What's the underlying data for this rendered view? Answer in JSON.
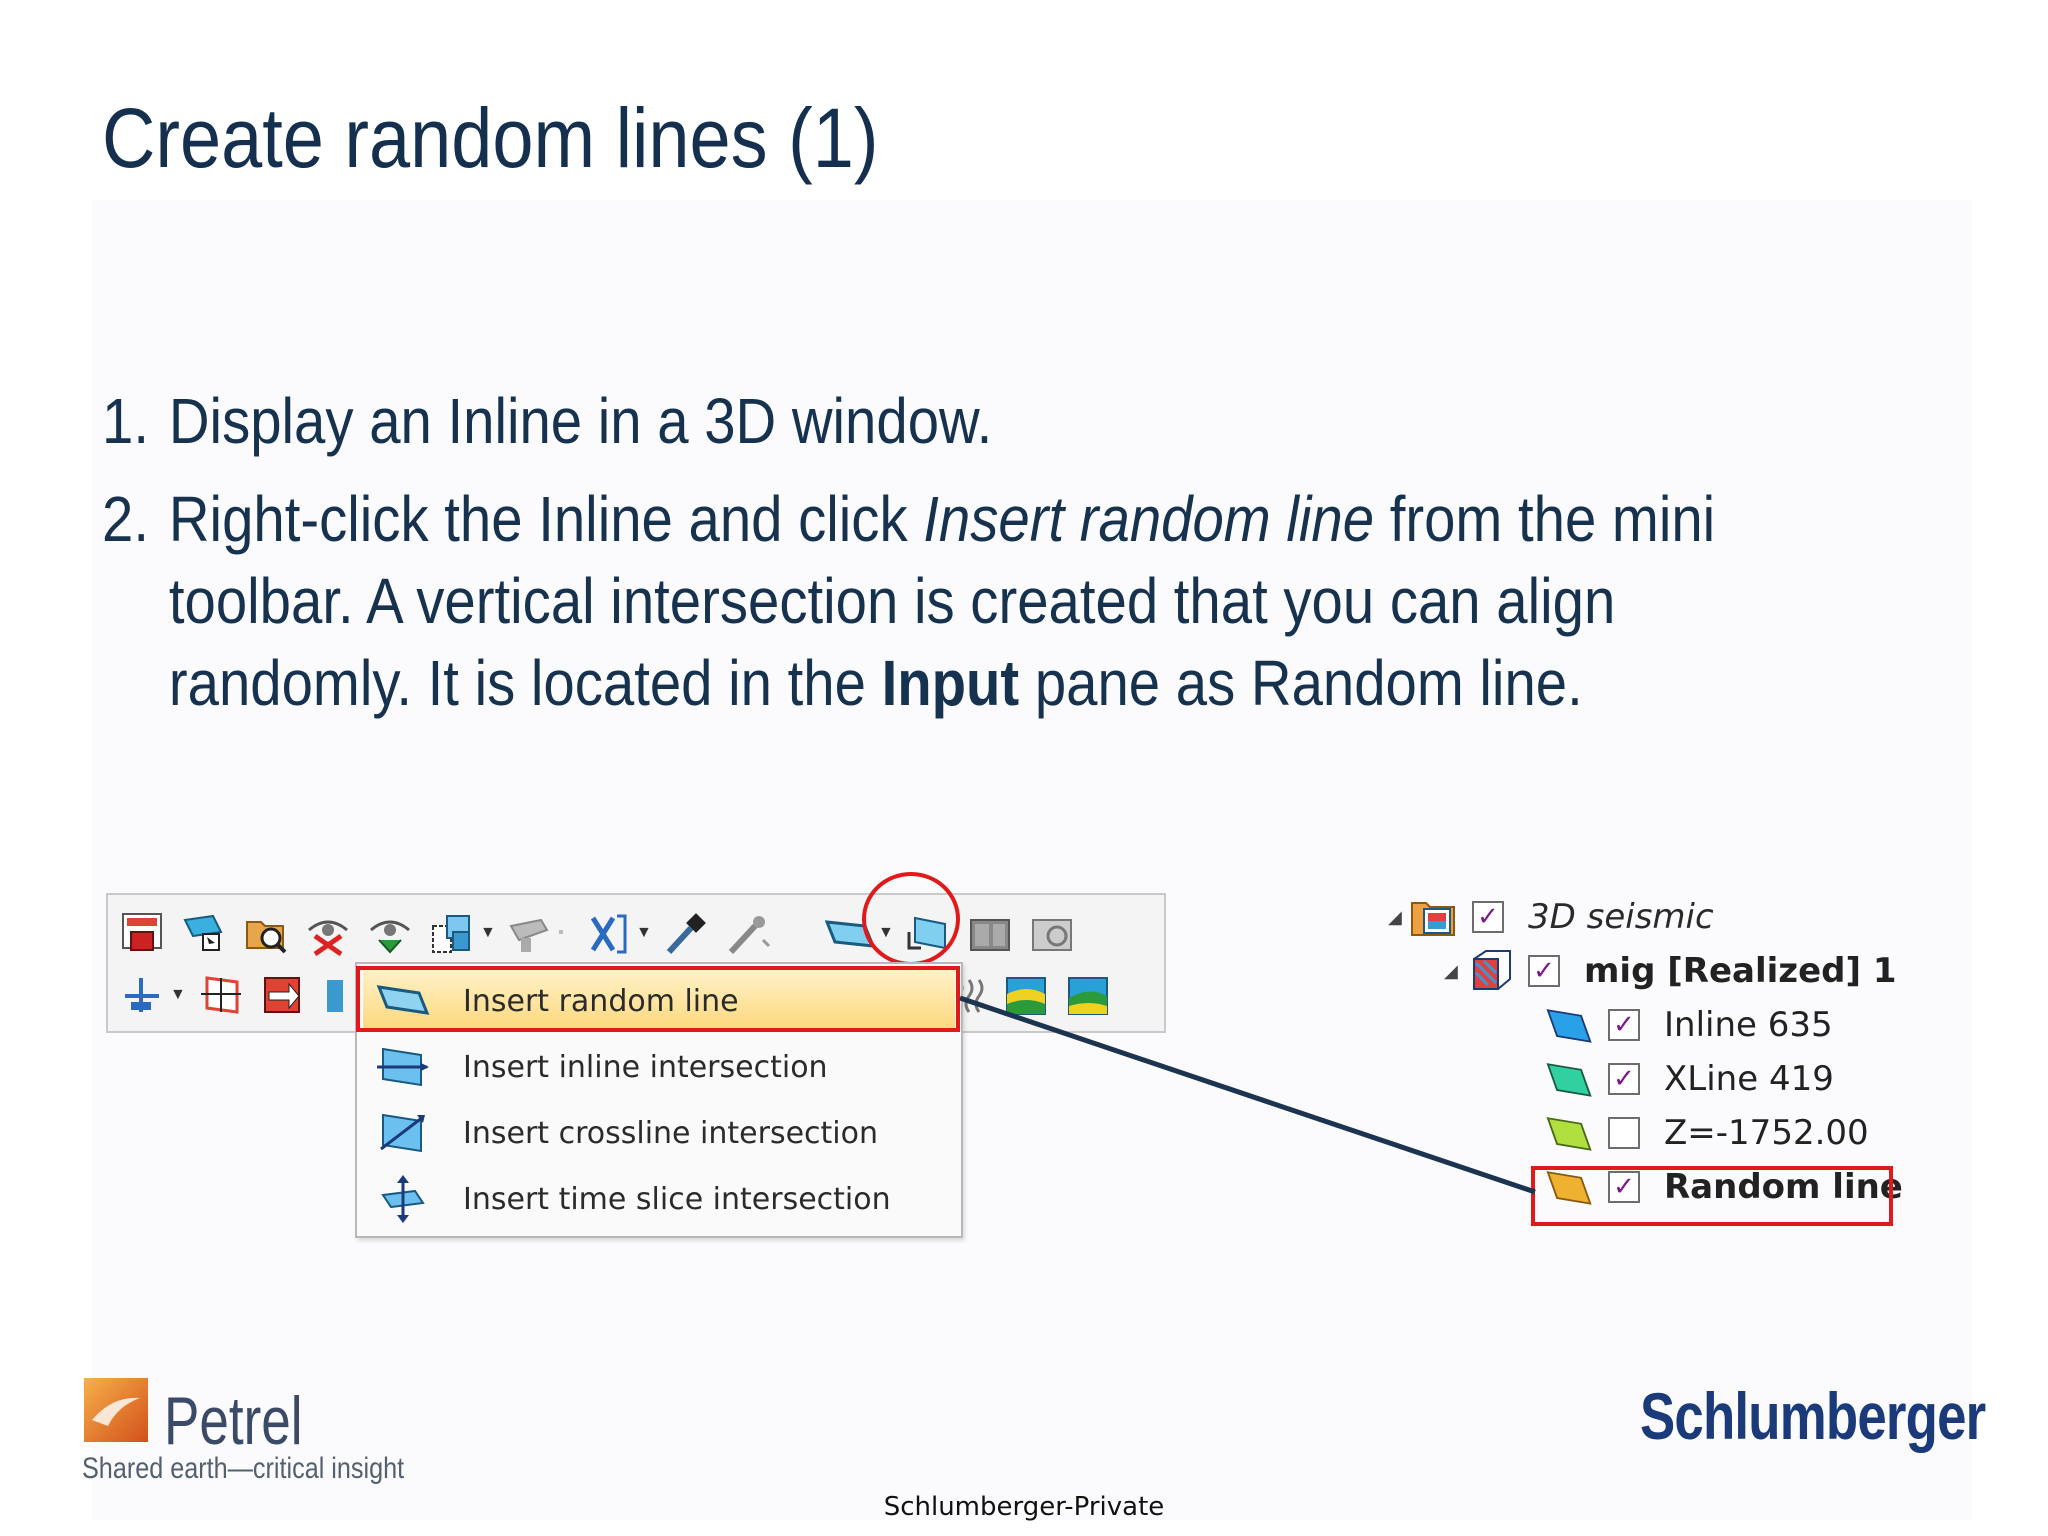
{
  "slide": {
    "title": "Create random lines (1)",
    "steps": [
      {
        "number": "1.",
        "text": "Display an Inline in a 3D window."
      },
      {
        "number": "2.",
        "pre": "Right-click the Inline and click ",
        "italic": "Insert random line",
        "mid": " from the mini toolbar. A vertical intersection is created that you can align randomly. It is located in the ",
        "bold": "Input",
        "post": " pane as Random line."
      }
    ]
  },
  "toolbar": {
    "row1_icons": [
      "settings-icon",
      "select-icon",
      "find-icon",
      "hide-icon",
      "show-icon",
      "group-icon",
      "camera-icon",
      "cut-icon",
      "pick-icon",
      "wand-icon",
      "random-line-icon",
      "intersection-icon",
      "panel-icon",
      "panel2-icon"
    ],
    "row2_icons": [
      "axis-icon",
      "grid-icon",
      "export-icon",
      "scale-icon",
      "seismic-icon",
      "horizon-icon"
    ]
  },
  "menu": {
    "items": [
      {
        "label": "Insert random line",
        "icon": "random-line-icon",
        "highlighted": true
      },
      {
        "label": "Insert inline intersection",
        "icon": "inline-intersection-icon",
        "highlighted": false
      },
      {
        "label": "Insert crossline intersection",
        "icon": "crossline-intersection-icon",
        "highlighted": false
      },
      {
        "label": "Insert time slice intersection",
        "icon": "time-slice-icon",
        "highlighted": false
      }
    ]
  },
  "tree": {
    "items": [
      {
        "label": "3D seismic",
        "checked": true,
        "icon": "seismic-folder-icon"
      },
      {
        "label": "mig [Realized] 1",
        "checked": true,
        "icon": "seismic-cube-icon"
      },
      {
        "label": "Inline 635",
        "checked": true,
        "icon": "inline-icon"
      },
      {
        "label": "XLine 419",
        "checked": true,
        "icon": "xline-icon"
      },
      {
        "label": "Z=-1752.00",
        "checked": false,
        "icon": "zslice-icon"
      },
      {
        "label": "Random line",
        "checked": true,
        "icon": "random-line-icon"
      }
    ]
  },
  "colors": {
    "accent_red": "#e01a1a",
    "title_blue": "#14304e",
    "connector": "#1c3450",
    "highlight": "#fcd77a"
  },
  "footer": {
    "petrel_name": "Petrel",
    "petrel_tagline": "Shared earth—critical insight",
    "company": "Schlumberger",
    "classification": "Schlumberger-Private"
  }
}
